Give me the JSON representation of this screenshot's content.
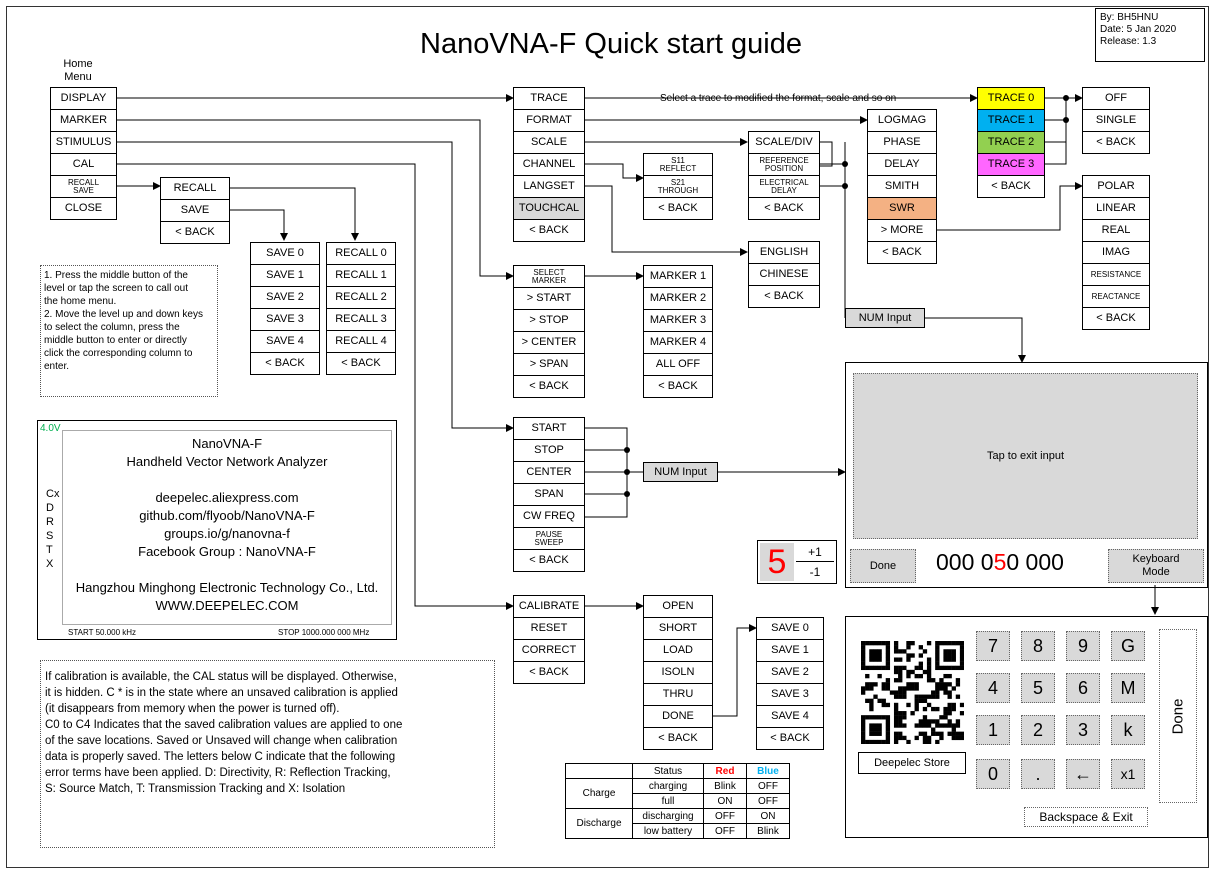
{
  "title": "NanoVNA-F Quick start guide",
  "byline": "By: BH5HNU\nDate: 5 Jan 2020\nRelease: 1.3",
  "home_label": "Home\nMenu",
  "trace_caption": "Select a trace to modified the format, scale and so on",
  "menus": {
    "home": [
      "DISPLAY",
      "MARKER",
      "STIMULUS",
      "CAL",
      "RECALL\nSAVE",
      "CLOSE"
    ],
    "recall_save": [
      "RECALL",
      "SAVE",
      "< BACK"
    ],
    "save": [
      "SAVE 0",
      "SAVE 1",
      "SAVE 2",
      "SAVE 3",
      "SAVE 4",
      "< BACK"
    ],
    "recall": [
      "RECALL 0",
      "RECALL 1",
      "RECALL 2",
      "RECALL 3",
      "RECALL 4",
      "< BACK"
    ],
    "display": [
      "TRACE",
      "FORMAT",
      "SCALE",
      "CHANNEL",
      "LANGSET",
      "TOUCHCAL",
      "< BACK"
    ],
    "channel": [
      "S11\nREFLECT",
      "S21\nTHROUGH",
      "< BACK"
    ],
    "scale": [
      "SCALE/DIV",
      "REFERENCE\nPOSITION",
      "ELECTRICAL\nDELAY",
      "< BACK"
    ],
    "format": [
      "LOGMAG",
      "PHASE",
      "DELAY",
      "SMITH",
      "SWR",
      "> MORE",
      "< BACK"
    ],
    "trace": [
      "TRACE 0",
      "TRACE 1",
      "TRACE 2",
      "TRACE 3",
      "< BACK"
    ],
    "trace_opt": [
      "OFF",
      "SINGLE",
      "< BACK"
    ],
    "more": [
      "POLAR",
      "LINEAR",
      "REAL",
      "IMAG",
      "RESISTANCE",
      "REACTANCE",
      "< BACK"
    ],
    "lang": [
      "ENGLISH",
      "CHINESE",
      "< BACK"
    ],
    "marker": [
      "SELECT\nMARKER",
      "> START",
      "> STOP",
      "> CENTER",
      "> SPAN",
      "< BACK"
    ],
    "markers": [
      "MARKER 1",
      "MARKER 2",
      "MARKER 3",
      "MARKER 4",
      "ALL OFF",
      "< BACK"
    ],
    "stimulus": [
      "START",
      "STOP",
      "CENTER",
      "SPAN",
      "CW FREQ",
      "PAUSE\nSWEEP",
      "< BACK"
    ],
    "cal": [
      "CALIBRATE",
      "RESET",
      "CORRECT",
      "< BACK"
    ],
    "calibrate": [
      "OPEN",
      "SHORT",
      "LOAD",
      "ISOLN",
      "THRU",
      "DONE",
      "< BACK"
    ],
    "cal_save": [
      "SAVE 0",
      "SAVE 1",
      "SAVE 2",
      "SAVE 3",
      "SAVE 4",
      "< BACK"
    ]
  },
  "colors": {
    "trace0": "#ffff00",
    "trace1": "#00b0f0",
    "trace2": "#92d050",
    "trace3": "#ff66ff",
    "swr": "#f4b183",
    "touchcal": "#d9d9d9",
    "battery": "#00b050",
    "red": "#ff0000",
    "blue": "#00b0f0"
  },
  "num_input": "NUM Input",
  "instructions": "1. Press the middle button of the\nlevel or tap the screen to call out\nthe home menu.\n2. Move the level up and down keys\nto select the column, press the\nmiddle button to enter or directly\nclick the corresponding column to\nenter.",
  "screen": {
    "battery": "4.0V",
    "status_letters": "Cx\nD\nR\nS\nT\nX",
    "lines": "NanoVNA-F\nHandheld Vector Network Analyzer\n\ndeepelec.aliexpress.com\ngithub.com/flyoob/NanoVNA-F\ngroups.io/g/nanovna-f\nFacebook Group : NanoVNA-F\n\nHangzhou Minghong Electronic Technology Co., Ltd.\nWWW.DEEPELEC.COM",
    "start": "START 50.000 kHz",
    "stop": "STOP 1000.000 000 MHz"
  },
  "cal_note": "If calibration is available, the CAL status will be displayed. Otherwise,\nit is hidden. C * is in the state where an unsaved calibration is applied\n(it disappears from memory when the power is turned off).\nC0 to C4 Indicates that the saved calibration values are applied to one\nof the save locations. Saved or Unsaved will change when calibration\ndata is properly saved. The letters below C indicate that the following\nerror terms have been applied. D: Directivity, R: Reflection Tracking,\nS: Source Match, T: Transmission Tracking and X: Isolation",
  "status_table": {
    "header": [
      "Status",
      "Red",
      "Blue"
    ],
    "charge": "Charge",
    "discharge": "Discharge",
    "rows": [
      [
        "charging",
        "Blink",
        "OFF"
      ],
      [
        "full",
        "ON",
        "OFF"
      ],
      [
        "discharging",
        "OFF",
        "ON"
      ],
      [
        "low battery",
        "OFF",
        "Blink"
      ]
    ]
  },
  "step": {
    "digit": "5",
    "plus": "+1",
    "minus": "-1"
  },
  "input_panel": {
    "tap": "Tap to exit input",
    "done": "Done",
    "value_a": "000 0",
    "value_b": "5",
    "value_c": "0 000",
    "keyboard": "Keyboard\nMode"
  },
  "keyboard": {
    "keys": [
      "7",
      "8",
      "9",
      "G",
      "4",
      "5",
      "6",
      "M",
      "1",
      "2",
      "3",
      "k",
      "0",
      ".",
      "←",
      "x1"
    ],
    "done": "Done",
    "backspace": "Backspace & Exit",
    "store": "Deepelec Store"
  }
}
